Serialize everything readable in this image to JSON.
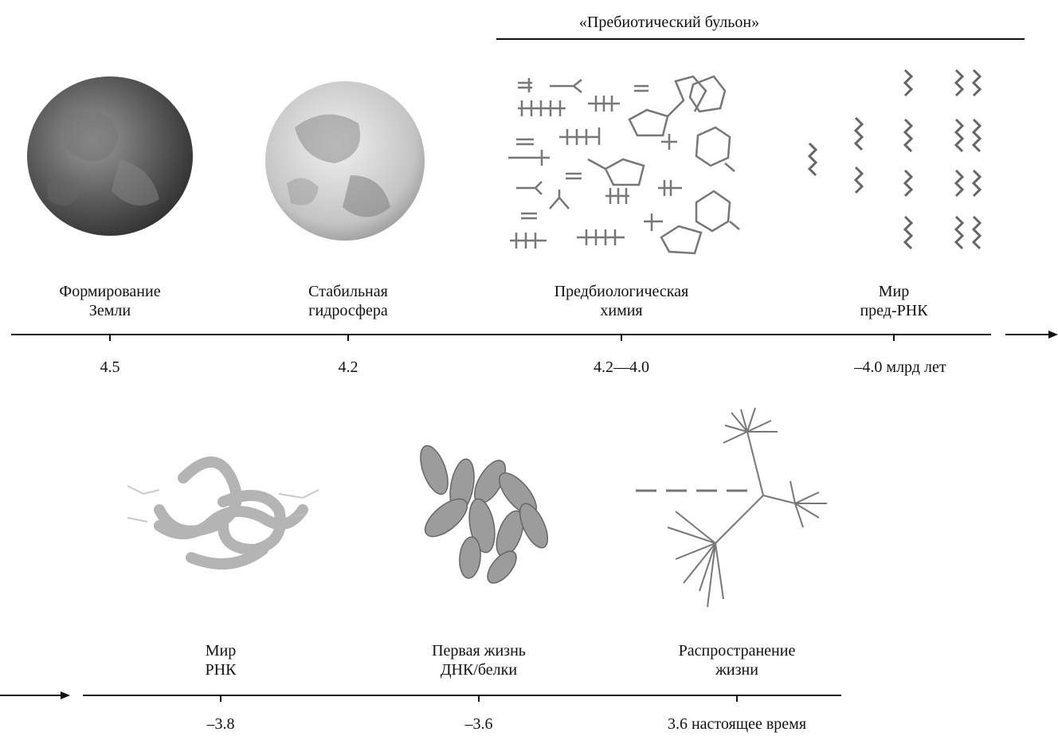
{
  "soup_label": "«Пребиотический бульон»",
  "row1": [
    {
      "line1": "Формирование",
      "line2": "Земли",
      "tick": "4.5"
    },
    {
      "line1": "Стабильная",
      "line2": "гидросфера",
      "tick": "4.2"
    },
    {
      "line1": "Предбиологическая",
      "line2": "химия",
      "tick": "4.2—4.0"
    },
    {
      "line1": "Мир",
      "line2": "пред-РНК",
      "tick": "–4.0 млрд лет"
    }
  ],
  "row2": [
    {
      "line1": "Мир",
      "line2": "РНК",
      "tick": "–3.8"
    },
    {
      "line1": "Первая жизнь",
      "line2": "ДНК/белки",
      "tick": "–3.6"
    },
    {
      "line1": "Распространение",
      "line2": "жизни",
      "tick": "3.6 настоящее время"
    }
  ],
  "colors": {
    "line": "#111111",
    "earth_dark": "#4a4a4a",
    "earth_light": "#d8d8d8",
    "figure_gray": "#9a9a9a"
  }
}
